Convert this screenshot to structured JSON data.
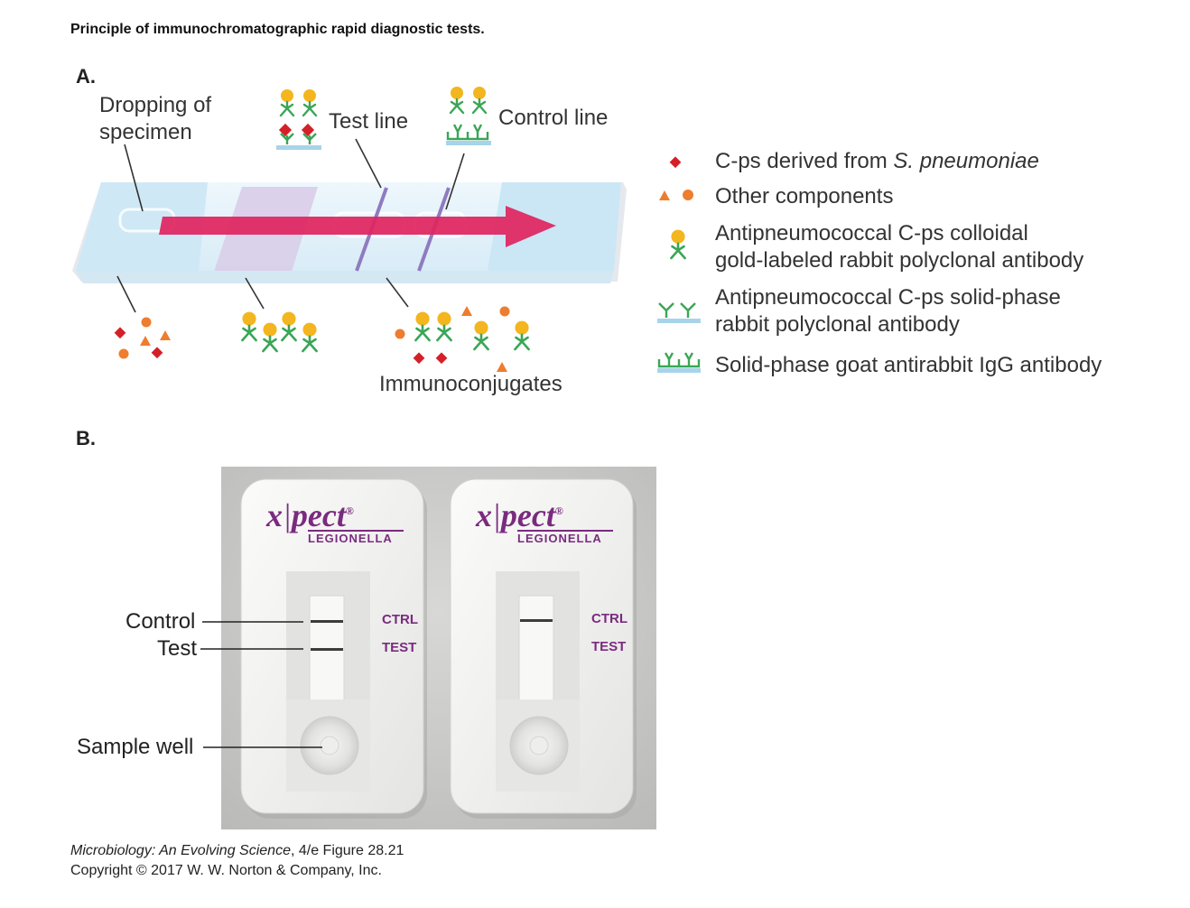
{
  "header": {
    "title": "Principle of immunochromatographic rapid diagnostic tests."
  },
  "panel_a": {
    "label": "A.",
    "dropping_label": "Dropping of specimen",
    "test_line_label": "Test line",
    "control_line_label": "Control line",
    "immunoconjugates_label": "Immunoconjugates"
  },
  "legend": {
    "items": [
      {
        "text_pre": "C-ps derived from ",
        "text_italic": "S. pneumoniae",
        "icon": "red-diamond-icon"
      },
      {
        "text": "Other components",
        "icon": "orange-triangle-circle-icon"
      },
      {
        "line1": "Antipneumococcal C-ps colloidal",
        "line2": "gold-labeled rabbit polyclonal antibody",
        "icon": "gold-antibody-icon"
      },
      {
        "line1": "Antipneumococcal C-ps solid-phase",
        "line2": "rabbit polyclonal antibody",
        "icon": "solid-phase-antibody-icon"
      },
      {
        "text": "Solid-phase goat antirabbit IgG antibody",
        "icon": "goat-antibody-icon"
      }
    ]
  },
  "panel_b": {
    "label": "B.",
    "callouts": {
      "control": "Control",
      "test": "Test",
      "sample_well": "Sample well"
    },
    "device_brand": "x|pect",
    "device_brand_x": "x",
    "device_brand_pect": "pect",
    "device_registered": "®",
    "device_subtitle": "LEGIONELLA",
    "ctrl_label": "CTRL",
    "test_label": "TEST"
  },
  "footer": {
    "book_title": "Microbiology: An Evolving Science",
    "edition_figure": ", 4/e  Figure 28.21",
    "copyright": "Copyright © 2017 W. W. Norton & Company, Inc."
  },
  "colors": {
    "antigen_red": "#d42027",
    "other_orange": "#ee7d2f",
    "gold": "#f3b61f",
    "antibody_green": "#3aa657",
    "solid_phase_blue": "#a7d4ea",
    "arrow_pink": "#e0245e",
    "line_purple": "#8f7bc0",
    "brand_purple": "#7a2b7f"
  }
}
